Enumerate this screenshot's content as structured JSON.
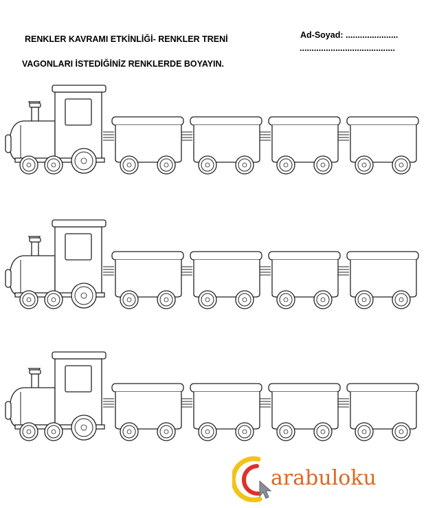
{
  "worksheet": {
    "title": "RENKLER KAVRAMI ETKİNLİĞİ- RENKLER TRENİ",
    "instruction": "VAGONLARI İSTEDİĞİNİZ RENKLERDE BOYAYIN.",
    "name_label": "Ad-Soyad: ......................",
    "name_line": "........................................"
  },
  "trains": [
    {
      "wagon_count": 4
    },
    {
      "wagon_count": 4
    },
    {
      "wagon_count": 4
    }
  ],
  "watermark": {
    "logo_text": "arabuloku",
    "colors": {
      "arc_yellow": "#f2c318",
      "arc_red": "#e0302a",
      "text_orange": "#e0661f",
      "cursor": "#8a8f96"
    }
  }
}
